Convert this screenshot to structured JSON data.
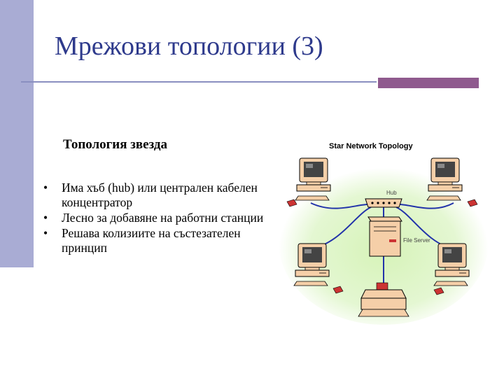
{
  "slide": {
    "title": "Мрежови топологии (3)",
    "subtitle": "Топология звезда",
    "bullet_marker": "•",
    "bullets": [
      "Има хъб (hub) или централен кабелен концентратор",
      "Лесно за добавяне на работни станции",
      "Решава колизиите на състезателен принцип"
    ]
  },
  "diagram": {
    "title": "Star Network Topology",
    "hub_label": "Hub",
    "server_label": "File Server",
    "colors": {
      "background_glow": "#d6f3b8",
      "cable": "#2233aa",
      "device": "#f5cfa8",
      "screen": "#444444",
      "accent_red": "#cc3333"
    }
  }
}
